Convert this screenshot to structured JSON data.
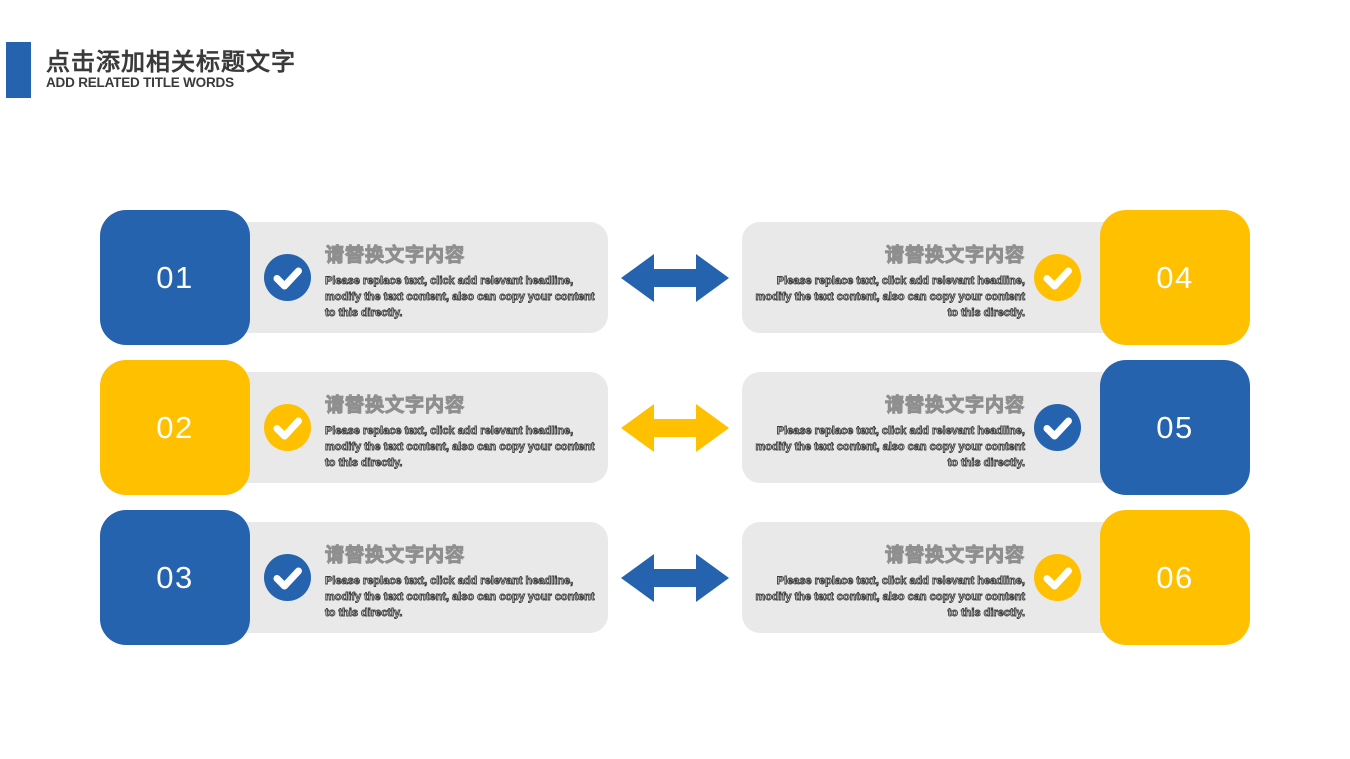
{
  "header": {
    "title": "点击添加相关标题文字",
    "subtitle": "ADD RELATED TITLE WORDS"
  },
  "card_common": {
    "heading": "请替换文字内容",
    "body": "Please replace text, click add relevant headline, modify the text content, also can copy your content to this directly."
  },
  "cards": [
    {
      "number": "01",
      "side": "left",
      "accent": "blue"
    },
    {
      "number": "02",
      "side": "left",
      "accent": "yellow"
    },
    {
      "number": "03",
      "side": "left",
      "accent": "blue"
    },
    {
      "number": "04",
      "side": "right",
      "accent": "yellow"
    },
    {
      "number": "05",
      "side": "right",
      "accent": "blue"
    },
    {
      "number": "06",
      "side": "right",
      "accent": "yellow"
    }
  ],
  "arrows": [
    {
      "row": 1,
      "color": "blue"
    },
    {
      "row": 2,
      "color": "yellow"
    },
    {
      "row": 3,
      "color": "blue"
    }
  ],
  "icons": {
    "check_circle": "check-circle-icon",
    "double_arrow": "double-arrow-icon"
  },
  "colors": {
    "blue": "#2563AE",
    "yellow": "#FFC000",
    "panel_gray": "#E9E9E9",
    "header_text": "#3A3A3A",
    "card_heading_outline": "#8F8F8F",
    "body_text": "#3F3F3F",
    "number_text": "#FFFFFF"
  }
}
